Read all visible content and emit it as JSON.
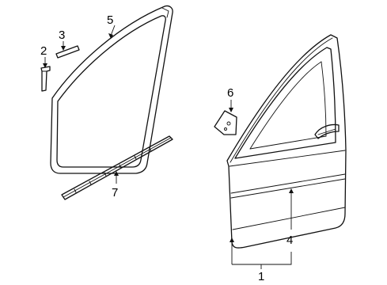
{
  "diagram": {
    "background": "#ffffff",
    "line_color": "#111111",
    "callouts": [
      {
        "id": "callout-1",
        "label": "1"
      },
      {
        "id": "callout-2",
        "label": "2"
      },
      {
        "id": "callout-3",
        "label": "3"
      },
      {
        "id": "callout-4",
        "label": "4"
      },
      {
        "id": "callout-5",
        "label": "5"
      },
      {
        "id": "callout-6",
        "label": "6"
      },
      {
        "id": "callout-7",
        "label": "7"
      }
    ]
  }
}
